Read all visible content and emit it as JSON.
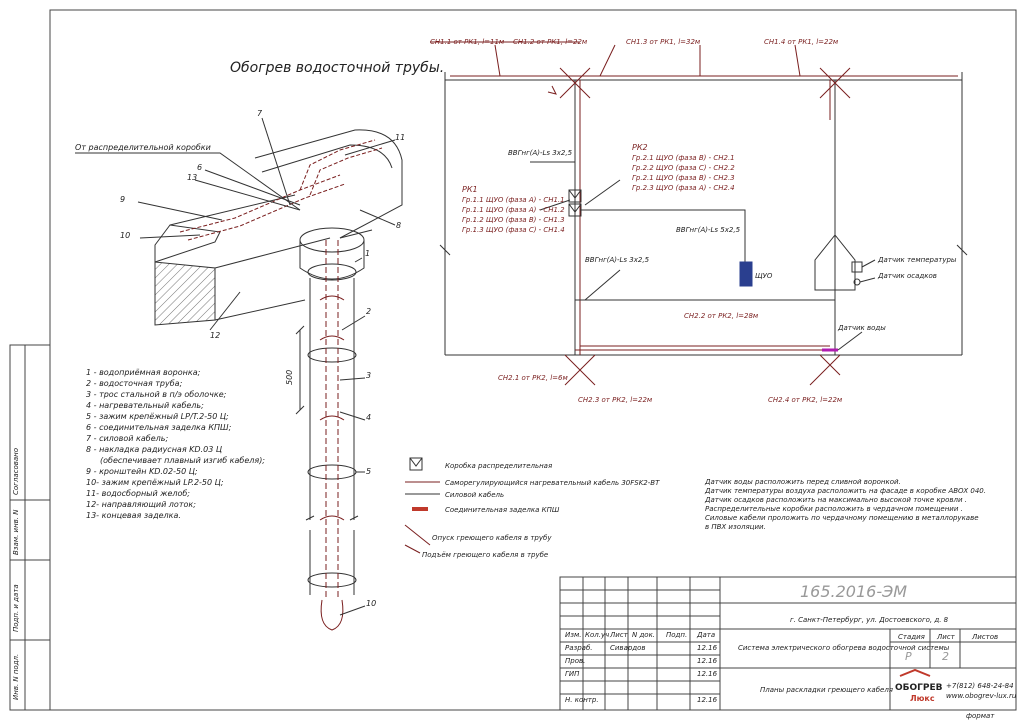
{
  "left_title": "Обогрев водосточной трубы.",
  "from_box": "От распределительной коробки",
  "dim_500": "500",
  "callouts": [
    "7",
    "6",
    "13",
    "9",
    "10",
    "11",
    "8",
    "1",
    "2",
    "3",
    "4",
    "5",
    "10",
    "12"
  ],
  "legend_items": [
    "1 - водоприёмная воронка;",
    "2 - водосточная труба;",
    "3 - трос стальной в п/э оболочке;",
    "4 - нагревательный кабель;",
    "5 - зажим крепёжный LP/T.2-50 Ц;",
    "6 - соединительная заделка КПШ;",
    "7 - силовой кабель;",
    "8 - накладка радиусная KD.03 Ц",
    "(обеспечивает плавный изгиб кабеля);",
    "9 - кронштейн KD.02-50 Ц;",
    "10- зажим крепёжный LP.2-50 Ц;",
    "11- водосборный желоб;",
    "12- направляющий лоток;",
    "13- концевая заделка."
  ],
  "plan": {
    "top_labels": [
      "СН1.1 от РК1, l=11м",
      "СН1.2 от РК1, l=22м",
      "СН1.3 от РК1, l=32м",
      "СН1.4 от РК1, l=22м"
    ],
    "cable1": "ВВГнг(А)-Ls 3х2,5",
    "cable2": "ВВГнг(А)-Ls 3х2,5",
    "cable3": "ВВГнг(А)-Ls 5х2,5",
    "rk2_title": "РК2",
    "rk2_lines": [
      "Гр.2.1 ЩУО (фаза В) - СН2.1",
      "Гр.2.2 ЩУО (фаза С) - СН2.2",
      "Гр.2.1 ЩУО (фаза В) - СН2.3",
      "Гр.2.3 ЩУО (фаза А) - СН2.4"
    ],
    "rk1_title": "РК1",
    "rk1_lines": [
      "Гр.1.1 ЩУО (фаза А) - СН1.1",
      "Гр.1.1 ЩУО (фаза А) - СН1.2",
      "Гр.1.2 ЩУО (фаза В) - СН1.3",
      "Гр.1.3 ЩУО (фаза С) - СН1.4"
    ],
    "shuo": "ЩУО",
    "temp_sensor": "Датчик температуры",
    "precip_sensor": "Датчик осадков",
    "water_sensor": "Датчик воды",
    "sn22": "СН2.2 от РК2, l=28м",
    "sn21": "СН2.1 от РК2, l=6м",
    "sn23": "СН2.3 от РК2, l=22м",
    "sn24": "СН2.4 от РК2, l=22м"
  },
  "symbols": {
    "box": "Коробка распределительная",
    "heat_cable": "Саморегулирующийся нагревательный кабель 30FSK2-BT",
    "power_cable": "Силовой кабель",
    "joint": "Соединительная заделка КПШ",
    "down": "Опуск греющего кабеля в трубу",
    "up": "Подъём греющего кабеля в трубе"
  },
  "notes": [
    "Датчик воды расположить перед сливной воронкой.",
    "Датчик температуры воздуха расположить на фасаде в коробке ABOX 040.",
    "Датчик осадков расположить на максимально высокой точке кровли .",
    "Распределительные коробки расположить в чердачном помещении .",
    "Силовые кабели проложить по чердачному помещению в металлорукаве",
    "в ПВХ изоляции."
  ],
  "side_stamp": [
    "Согласовано",
    "Взам. инв. N",
    "Подп. и дата",
    "Инв. N подл."
  ],
  "title_block": {
    "code": "165.2016-ЭМ",
    "address": "г. Санкт-Петербург, ул. Достоевского, д. 8",
    "col_heads": [
      "Изм.",
      "Кол.уч",
      "Лист",
      "N док.",
      "Подп.",
      "Дата"
    ],
    "row_labels": [
      "Разраб.",
      "Пров.",
      "ГИП",
      "Н. контр."
    ],
    "author": "Сивардов",
    "dates": [
      "12.16",
      "12.16",
      "12.16",
      "12.16"
    ],
    "system": "Система электрического обогрева водосточной системы",
    "sheet_title": "Планы раскладки греющего кабеля",
    "stage_label": "Стадия",
    "sheet_label": "Лист",
    "sheets_label": "Листов",
    "stage": "Р",
    "sheet": "2",
    "logo_top": "ОБОГРЕВ",
    "logo_bottom": "Люкс",
    "phone": "+7(812) 648-24-84",
    "site": "www.obogrev-lux.ru"
  },
  "format": "формат"
}
